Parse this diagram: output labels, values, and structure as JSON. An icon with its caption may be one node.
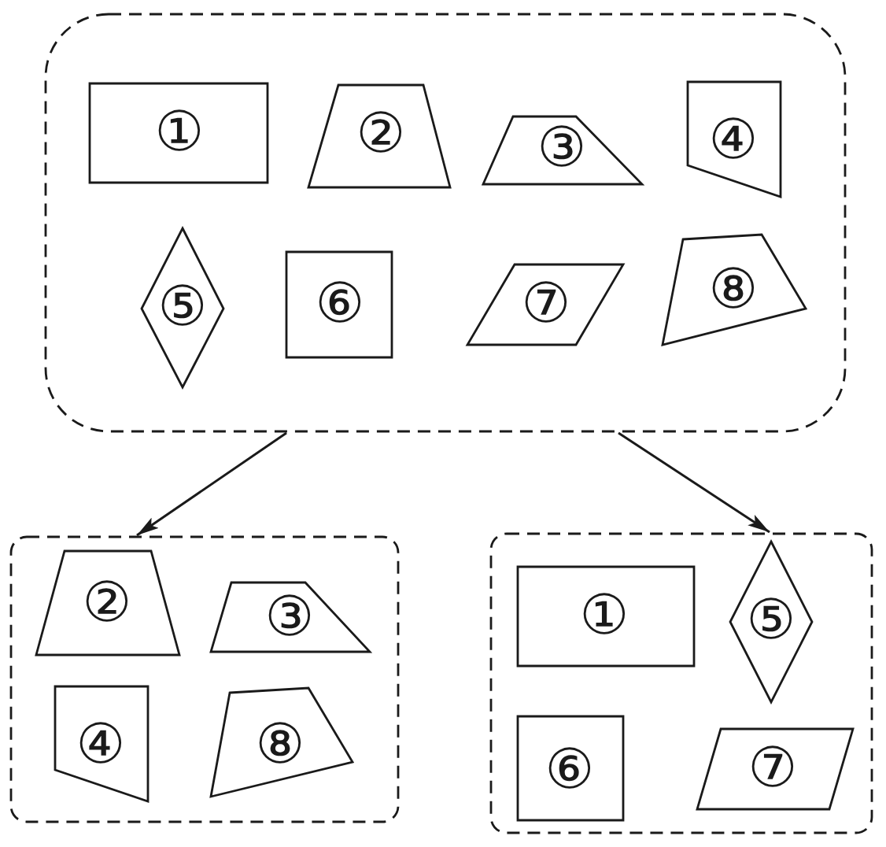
{
  "diagram": {
    "nodes": [
      {
        "text": [],
        "shape": "box"
      },
      {
        "text": [
          "①"
        ],
        "in": 0
      },
      {
        "text": [
          "②"
        ],
        "in": 0
      },
      {
        "text": [
          "③"
        ],
        "in": 0
      },
      {
        "text": [
          "④"
        ],
        "in": 0
      },
      {
        "text": [
          "⑤"
        ],
        "in": 0
      },
      {
        "text": [
          "⑥"
        ],
        "in": 0
      },
      {
        "text": [
          "⑦"
        ],
        "in": 0
      },
      {
        "text": [
          "⑧"
        ],
        "in": 0
      },
      {
        "text": [],
        "shape": "box"
      },
      {
        "text": [
          "②"
        ],
        "in": 9
      },
      {
        "text": [
          "③"
        ],
        "in": 9
      },
      {
        "text": [
          "④"
        ],
        "in": 9
      },
      {
        "text": [
          "⑧"
        ],
        "in": 9
      },
      {
        "text": [],
        "shape": "box"
      },
      {
        "text": [
          "①"
        ],
        "in": 14
      },
      {
        "text": [
          "⑤"
        ],
        "in": 14
      },
      {
        "text": [
          "⑥"
        ],
        "in": 14
      },
      {
        "text": [
          "⑦"
        ],
        "in": 14
      }
    ],
    "edges": [
      {
        "from": 0,
        "to": 9,
        "arrow": "to"
      },
      {
        "from": 0,
        "to": 14,
        "arrow": "to"
      }
    ]
  }
}
